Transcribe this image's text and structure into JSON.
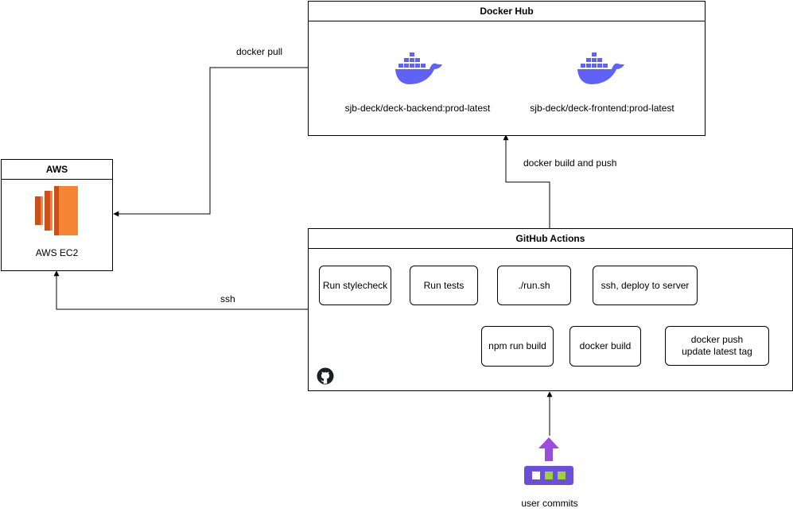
{
  "docker_hub": {
    "title": "Docker Hub",
    "images": [
      {
        "name": "sjb-deck/deck-backend:prod-latest",
        "icon": "docker-whale-icon"
      },
      {
        "name": "sjb-deck/deck-frontend:prod-latest",
        "icon": "docker-whale-icon"
      }
    ]
  },
  "aws": {
    "title": "AWS",
    "service": "AWS EC2",
    "icon": "aws-ec2-icon"
  },
  "github_actions": {
    "title": "GitHub Actions",
    "icon": "github-icon",
    "steps": [
      "Run stylecheck",
      "Run tests",
      "./run.sh",
      "ssh, deploy to server",
      "npm run build",
      "docker build",
      "docker push\nupdate latest tag"
    ]
  },
  "edges": {
    "docker_pull": "docker pull",
    "docker_build_push": "docker build and push",
    "ssh": "ssh"
  },
  "source": {
    "label": "user commits",
    "icon": "commit-push-icon"
  },
  "colors": {
    "docker": "#5f62f5",
    "aws_orange_dark": "#c8511b",
    "aws_orange": "#f58535",
    "commit_purple": "#9b4de0",
    "commit_green": "#9fd23a"
  }
}
